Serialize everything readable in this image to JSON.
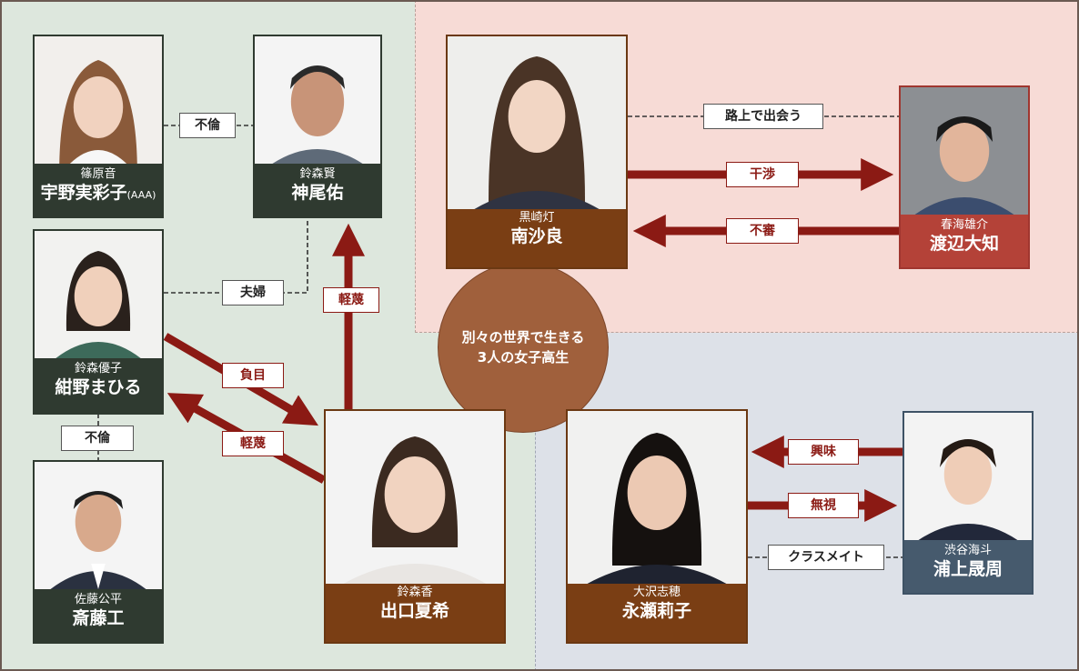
{
  "center": {
    "text": "別々の世界で生きる\n3人の女子高生"
  },
  "people": {
    "shinohara": {
      "role": "篠原音",
      "actor": "宇野実彩子",
      "actor_suffix": "(AAA)"
    },
    "suzumori_ken": {
      "role": "鈴森賢",
      "actor": "神尾佑"
    },
    "suzumori_yuko": {
      "role": "鈴森優子",
      "actor": "紺野まひる"
    },
    "sato": {
      "role": "佐藤公平",
      "actor": "斎藤工"
    },
    "suzumori_kaori": {
      "role": "鈴森香",
      "actor": "出口夏希"
    },
    "kurosaki": {
      "role": "黒崎灯",
      "actor": "南沙良"
    },
    "harumi": {
      "role": "春海雄介",
      "actor": "渡辺大知"
    },
    "osawa": {
      "role": "大沢志穂",
      "actor": "永瀬莉子"
    },
    "shibuya": {
      "role": "渋谷海斗",
      "actor": "浦上晟周"
    }
  },
  "relations": {
    "affair1": "不倫",
    "couple": "夫婦",
    "contempt_up": "軽蔑",
    "guilt": "負目",
    "contempt_back": "軽蔑",
    "affair2": "不倫",
    "met_street": "路上で出会う",
    "interfere": "干渉",
    "distrust": "不審",
    "interest": "興味",
    "ignore": "無視",
    "classmate": "クラスメイト"
  },
  "colors": {
    "arrow": "#8b1a14",
    "brown": "#7a3e14",
    "green": "#2f3a30",
    "red": "#b44238",
    "slate": "#465a6d",
    "circle": "#a0603c"
  }
}
